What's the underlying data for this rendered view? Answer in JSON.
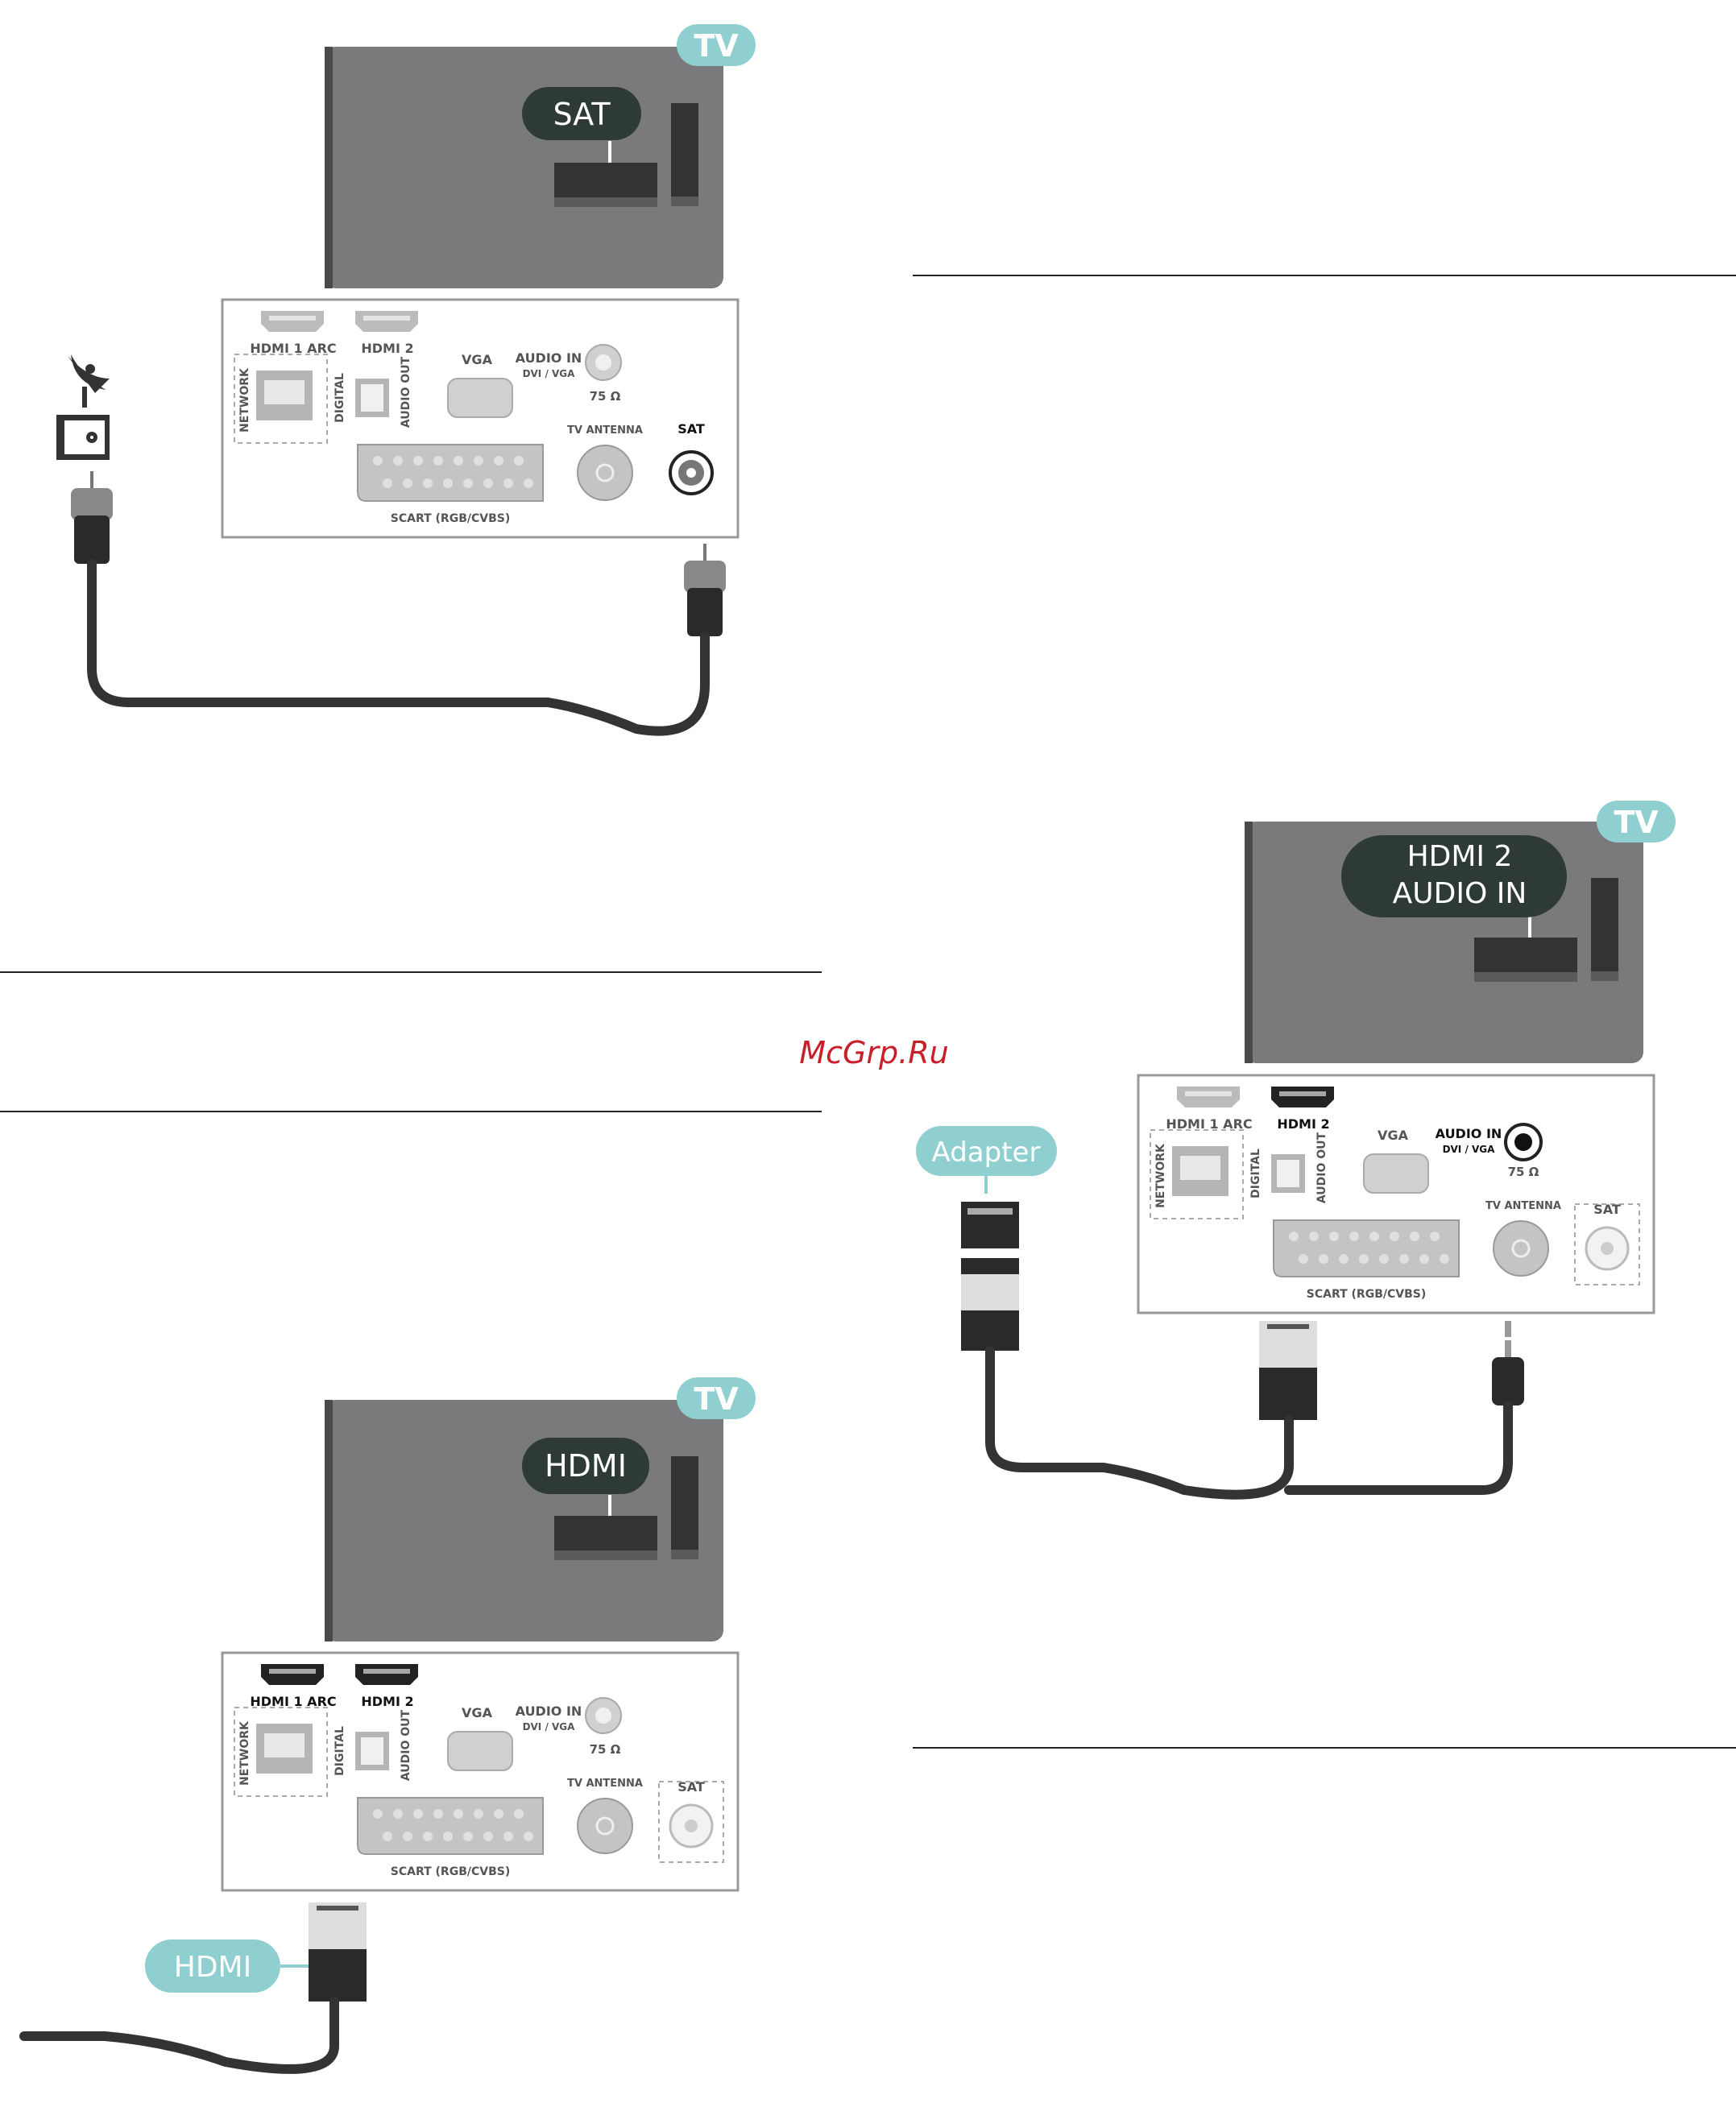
{
  "watermark": "McGrp.Ru",
  "tv_badge": "TV",
  "panel_labels": {
    "hdmi1": "HDMI 1 ARC",
    "hdmi2": "HDMI 2",
    "vga": "VGA",
    "audio_in": "AUDIO IN",
    "dvi_vga": "DVI / VGA",
    "ohm": "75 Ω",
    "tv_antenna": "TV ANTENNA",
    "sat": "SAT",
    "network": "NETWORK",
    "digital": "DIGITAL",
    "audio_out": "AUDIO OUT",
    "scart": "SCART (RGB/CVBS)"
  },
  "diagrams": {
    "sat": {
      "callout": "SAT"
    },
    "hdmi": {
      "callout": "HDMI",
      "cable_label": "HDMI"
    },
    "hdmi_audio": {
      "callout_line1": "HDMI 2",
      "callout_line2": "AUDIO IN",
      "cable_label": "Adapter"
    }
  },
  "colors": {
    "tv_grey": "#7a7a7c",
    "callout_dark": "#2e3a38",
    "teal": "#8fcfcf",
    "cable": "#333333"
  }
}
